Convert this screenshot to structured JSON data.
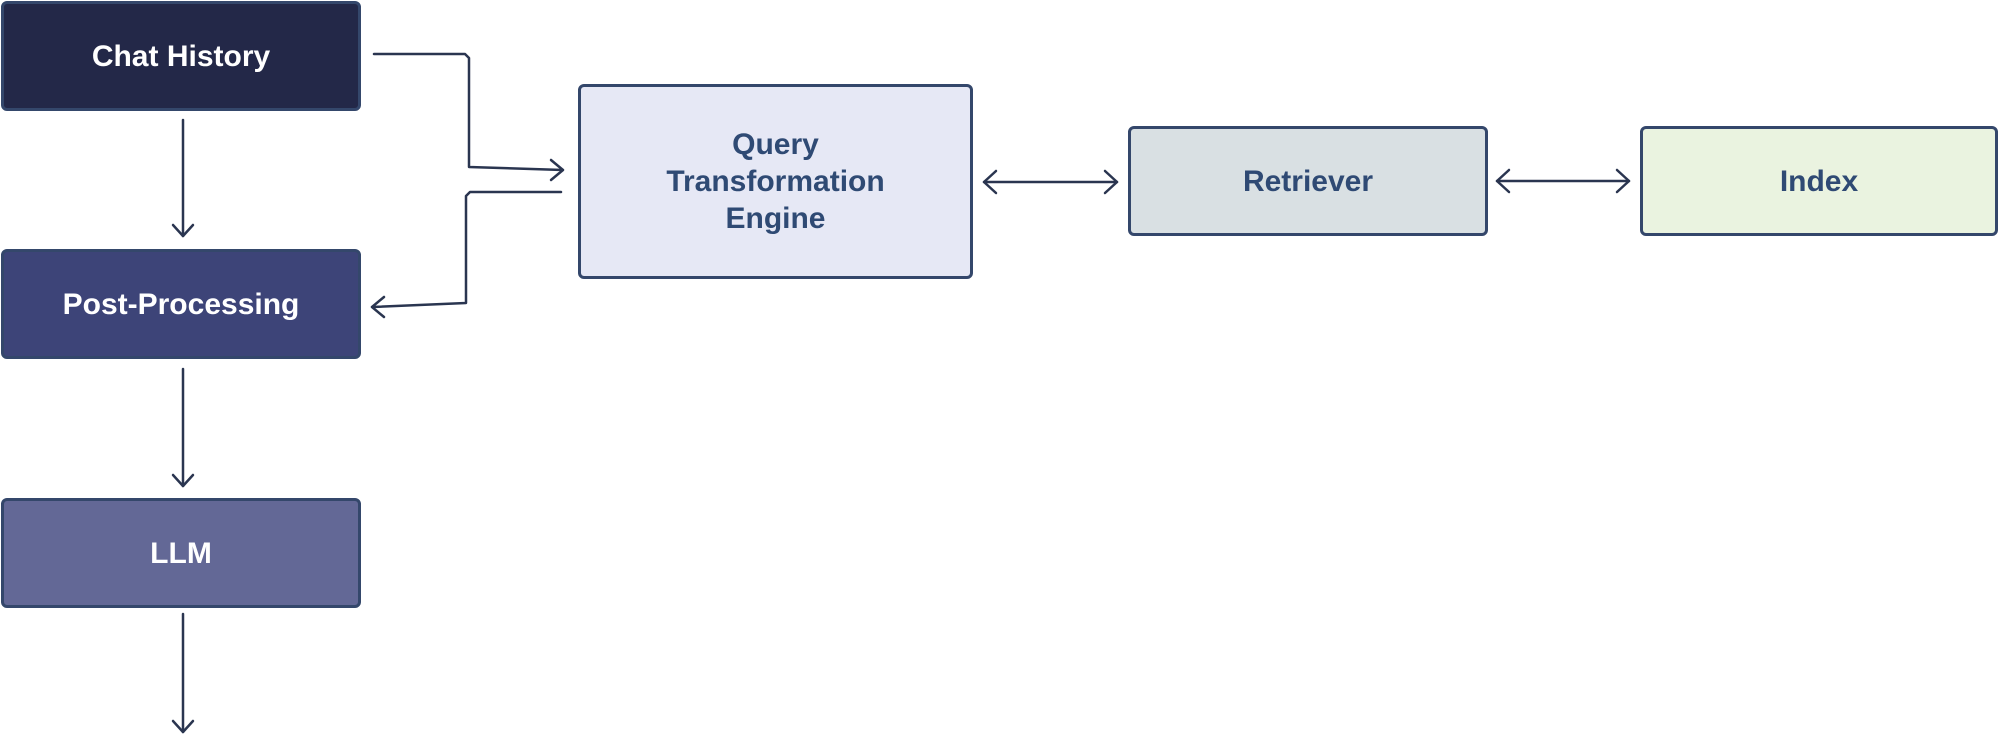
{
  "nodes": {
    "chat_history": "Chat History",
    "post_processing": "Post-Processing",
    "llm": "LLM",
    "query_engine": "Query\nTransformation\nEngine",
    "retriever": "Retriever",
    "index": "Index"
  },
  "colors": {
    "chat_history_fill": "#232848",
    "post_processing_fill": "#3d4478",
    "llm_fill": "#636896",
    "query_engine_fill": "#e6e8f5",
    "retriever_fill": "#d9e0e3",
    "index_fill": "#eaf3e0",
    "border": "#34476b",
    "edge": "#2a3550"
  }
}
